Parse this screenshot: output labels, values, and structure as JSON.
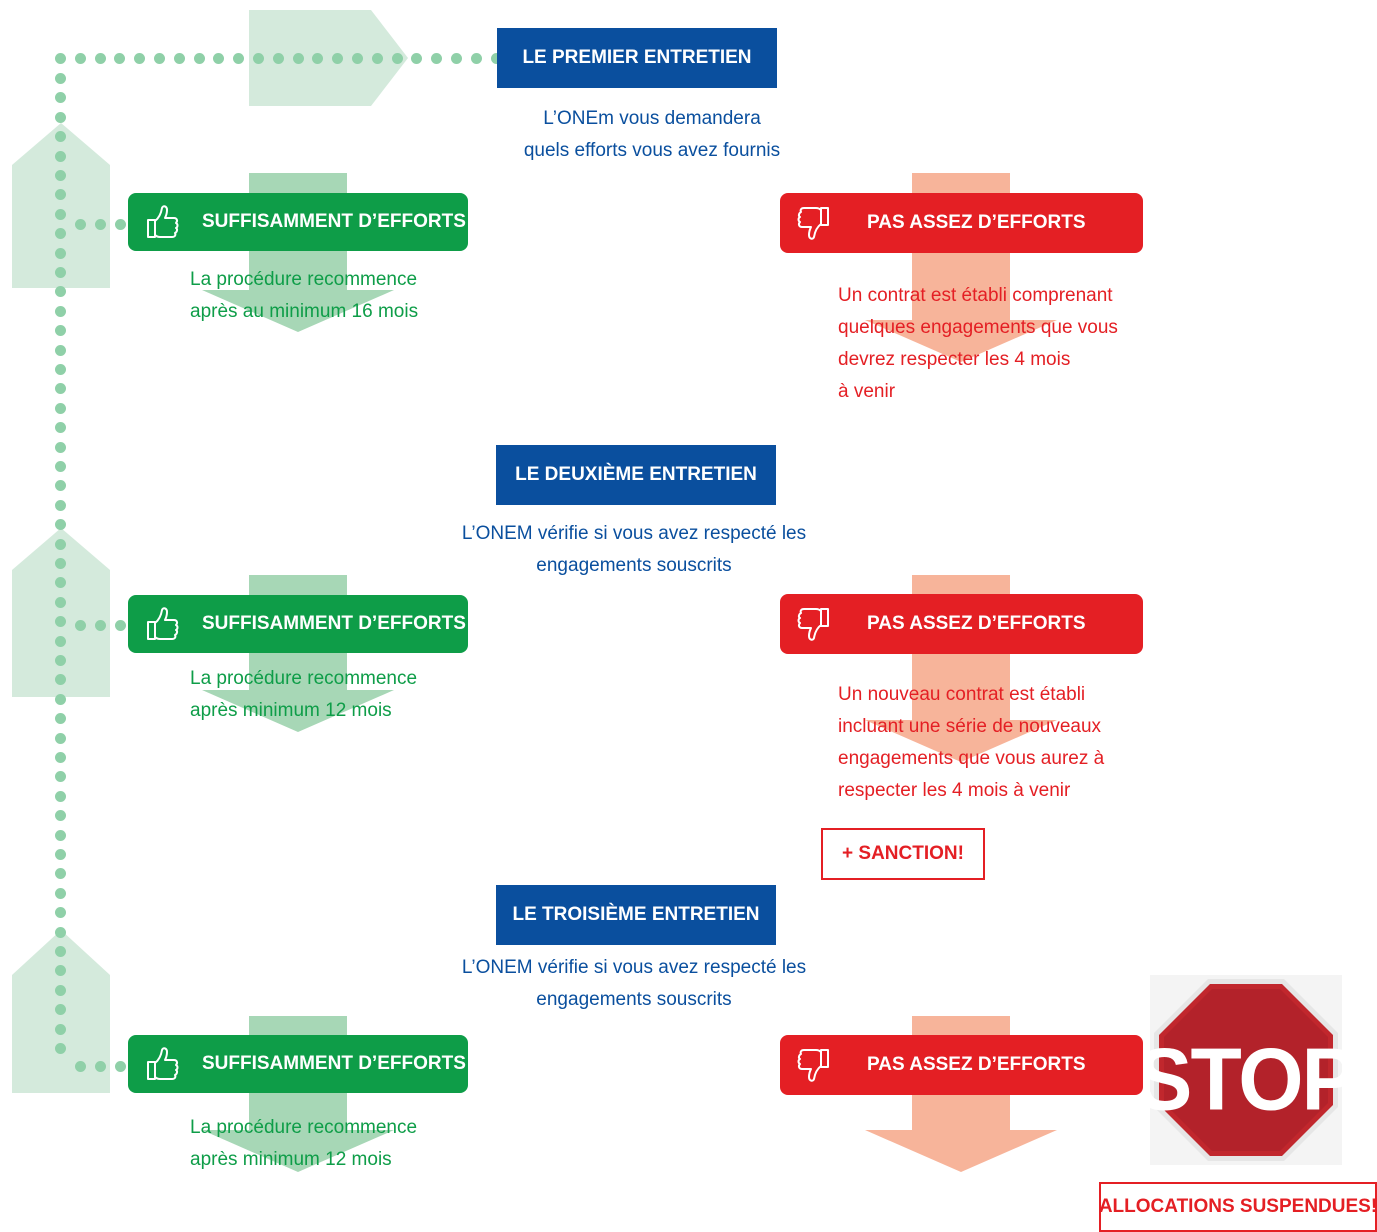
{
  "stages": [
    {
      "title": "LE PREMIER ENTRETIEN",
      "desc_lines": [
        "L’ONEm vous demandera",
        "quels efforts vous avez fournis"
      ]
    },
    {
      "title": "LE DEUXIÈME ENTRETIEN",
      "desc_lines": [
        "L’ONEM vérifie si vous avez respecté les",
        "engagements souscrits"
      ]
    },
    {
      "title": "LE TROISIÈME ENTRETIEN",
      "desc_lines": [
        "L’ONEM vérifie si vous avez respecté les",
        "engagements souscrits"
      ]
    }
  ],
  "outcomes": [
    {
      "positive": {
        "label": "SUFFISAMMENT D’EFFORTS",
        "text_lines": [
          "La procédure recommence",
          "après au minimum 16 mois"
        ],
        "icon": "thumbs-up-icon"
      },
      "negative": {
        "label": "PAS ASSEZ D’EFFORTS",
        "text_lines": [
          "Un contrat est établi comprenant",
          "quelques engagements que vous",
          "devrez respecter les 4 mois",
          "à venir"
        ],
        "icon": "thumbs-down-icon"
      }
    },
    {
      "positive": {
        "label": "SUFFISAMMENT D’EFFORTS",
        "text_lines": [
          "La procédure recommence",
          "après minimum 12 mois"
        ],
        "icon": "thumbs-up-icon"
      },
      "negative": {
        "label": "PAS ASSEZ D’EFFORTS",
        "text_lines": [
          "Un nouveau contrat est établi",
          "incluant une série de nouveaux",
          "engagements que vous aurez à",
          "respecter les 4 mois à venir"
        ],
        "icon": "thumbs-down-icon"
      }
    },
    {
      "positive": {
        "label": "SUFFISAMMENT D’EFFORTS",
        "text_lines": [
          "La procédure recommence",
          "après minimum 12 mois"
        ],
        "icon": "thumbs-up-icon"
      },
      "negative": {
        "label": "PAS ASSEZ D’EFFORTS",
        "text_lines": [],
        "icon": "thumbs-down-icon"
      }
    }
  ],
  "sanction_label": "+ SANCTION!",
  "stop_sign": {
    "text": "STOP",
    "icon": "stop-sign-icon"
  },
  "suspended_label": "ALLOCATIONS SUSPENDUES!",
  "colors": {
    "blue": "#0a4f9e",
    "green": "#0e9d48",
    "red": "#e41f24",
    "light_green": "#d4eadc",
    "light_red": "#f7b49a",
    "dots": "#8fd0a8"
  }
}
